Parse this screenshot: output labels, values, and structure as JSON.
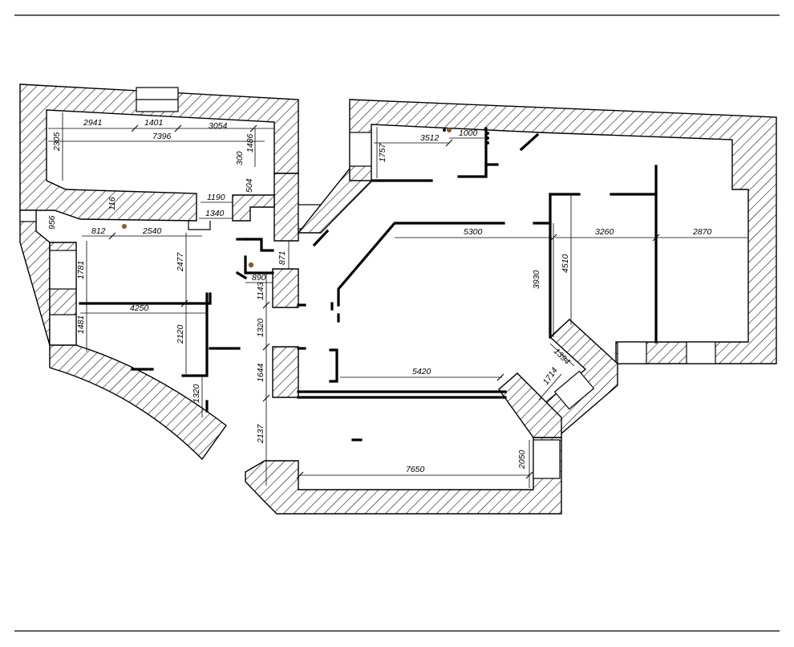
{
  "dimensions": {
    "d2941": "2941",
    "d1401": "1401",
    "d3054": "3054",
    "d7396": "7396",
    "d2305": "2305",
    "d300": "300",
    "d1486": "1486",
    "d504": "504",
    "d1190": "1190",
    "d1340": "1340",
    "d116": "116",
    "d956": "956",
    "d812": "812",
    "d2540": "2540",
    "d2477": "2477",
    "d1781": "1781",
    "d4250": "4250",
    "d1481": "1481",
    "d2120": "2120",
    "d1320a": "1320",
    "d871": "871",
    "d890": "890",
    "d1143": "1143",
    "d1320b": "1320",
    "d1644": "1644",
    "d2137": "2137",
    "d3512": "3512",
    "d1000": "1000",
    "d1757": "1757",
    "d5300": "5300",
    "d3260": "3260",
    "d2870": "2870",
    "d3930": "3930",
    "d4510": "4510",
    "d1394": "1394",
    "d1714": "1714",
    "d5420": "5420",
    "d7650": "7650",
    "d2050": "2050"
  }
}
